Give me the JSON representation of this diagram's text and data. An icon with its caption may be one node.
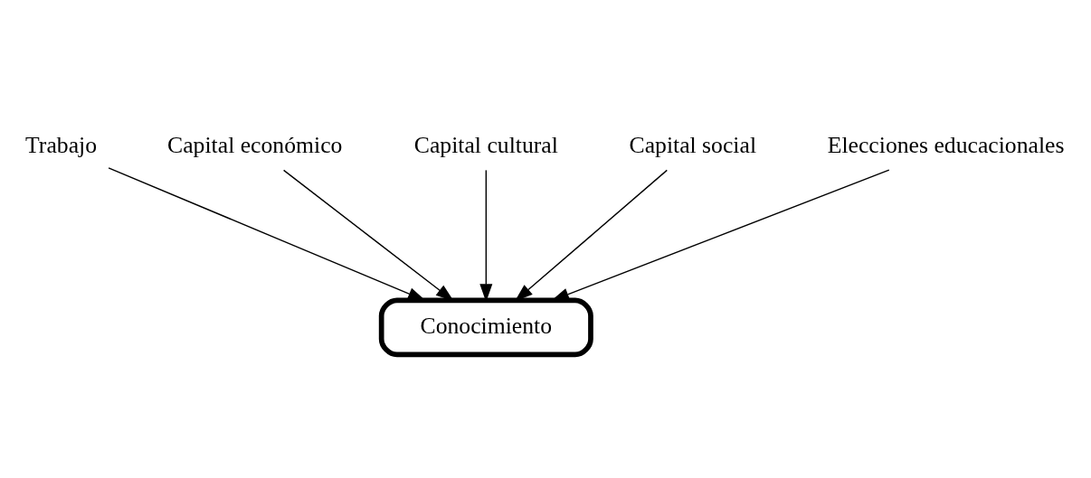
{
  "diagram": {
    "nodes": [
      {
        "text": [
          "Trabajo"
        ]
      },
      {
        "text": [
          "Capital económico"
        ]
      },
      {
        "text": [
          "Capital cultural"
        ]
      },
      {
        "text": [
          "Capital social"
        ]
      },
      {
        "text": [
          "Elecciones educacionales"
        ]
      },
      {
        "text": [
          "Conocimiento"
        ]
      }
    ],
    "edges": [
      {
        "from": 0,
        "to": 5,
        "arrow": "to"
      },
      {
        "from": 1,
        "to": 5,
        "arrow": "to"
      },
      {
        "from": 2,
        "to": 5,
        "arrow": "to"
      },
      {
        "from": 3,
        "to": 5,
        "arrow": "to"
      },
      {
        "from": 4,
        "to": 5,
        "arrow": "to"
      }
    ]
  }
}
